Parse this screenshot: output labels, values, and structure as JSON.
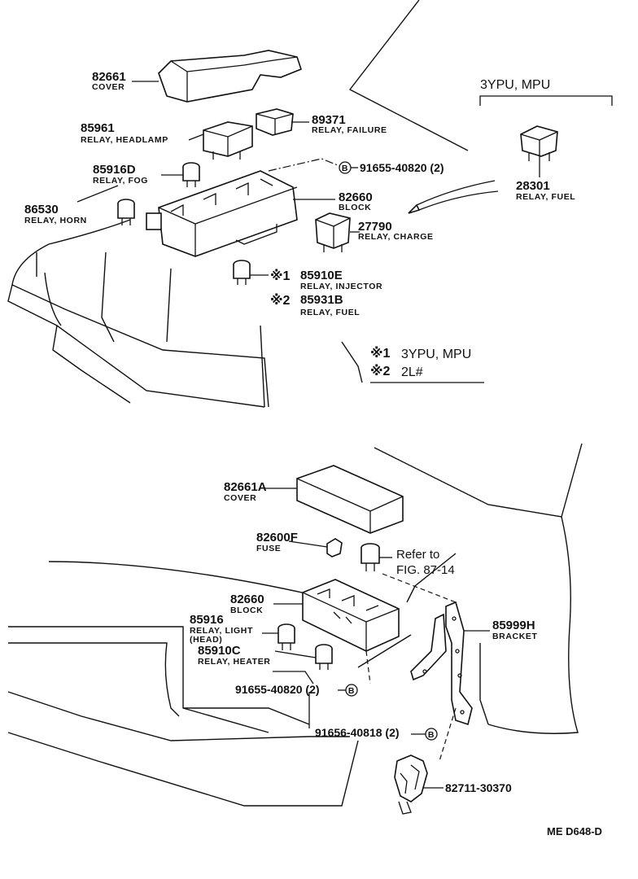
{
  "top_section": {
    "cover": {
      "part_no": "82661",
      "desc": "COVER"
    },
    "relay_headlamp": {
      "part_no": "85961",
      "desc": "RELAY, HEADLAMP"
    },
    "relay_failure": {
      "part_no": "89371",
      "desc": "RELAY, FAILURE"
    },
    "relay_fog": {
      "part_no": "85916D",
      "desc": "RELAY, FOG"
    },
    "bolt": {
      "part_no": "91655-40820 (2)",
      "circle_mark": "B"
    },
    "block": {
      "part_no": "82660",
      "desc": "BLOCK"
    },
    "relay_horn": {
      "part_no": "86530",
      "desc": "RELAY, HORN"
    },
    "relay_charge": {
      "part_no": "27790",
      "desc": "RELAY, CHARGE"
    },
    "relay_injector": {
      "mark": "※1",
      "part_no": "85910E",
      "desc": "RELAY, INJECTOR"
    },
    "relay_fuel_2l": {
      "mark": "※2",
      "part_no": "85931B",
      "desc": "RELAY, FUEL"
    },
    "variant_header": "3YPU, MPU",
    "relay_fuel_variant": {
      "part_no": "28301",
      "desc": "RELAY, FUEL"
    },
    "notes": [
      {
        "mark": "※1",
        "text": "3YPU, MPU"
      },
      {
        "mark": "※2",
        "text": "2L#"
      }
    ]
  },
  "bottom_section": {
    "cover": {
      "part_no": "82661A",
      "desc": "COVER"
    },
    "fuse": {
      "part_no": "82600F",
      "desc": "FUSE"
    },
    "refer": {
      "line1": "Refer to",
      "line2": "FIG. 87-14"
    },
    "block": {
      "part_no": "82660",
      "desc": "BLOCK"
    },
    "relay_light": {
      "part_no": "85916",
      "desc1": "RELAY, LIGHT",
      "desc2": "(HEAD)"
    },
    "relay_heater": {
      "part_no": "85910C",
      "desc": "RELAY, HEATER"
    },
    "bracket": {
      "part_no": "85999H",
      "desc": "BRACKET"
    },
    "bolt1": {
      "part_no": "91655-40820 (2)",
      "circle_mark": "B"
    },
    "bolt2": {
      "part_no": "91656-40818 (2)",
      "circle_mark": "B"
    },
    "connector": {
      "part_no": "82711-30370"
    }
  },
  "footer": {
    "sheet_code": "ME  D648-D"
  }
}
